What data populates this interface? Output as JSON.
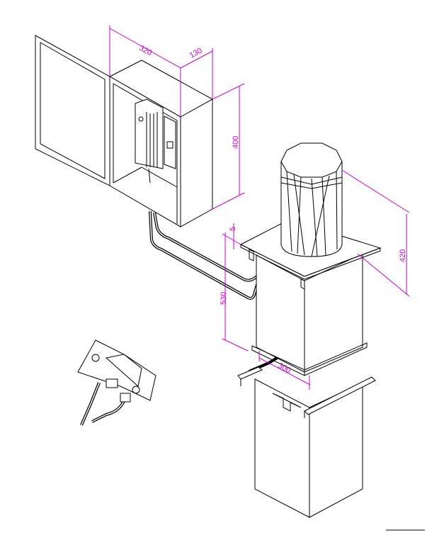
{
  "drawing": {
    "dimensions": {
      "cabinet_width": "320",
      "cabinet_depth": "130",
      "cabinet_height": "400",
      "plate_thickness": "5",
      "housing_height": "530",
      "bollard_height": "420",
      "housing_width": "300"
    },
    "colors": {
      "line": "#000000",
      "dimension": "#d000d0"
    }
  }
}
